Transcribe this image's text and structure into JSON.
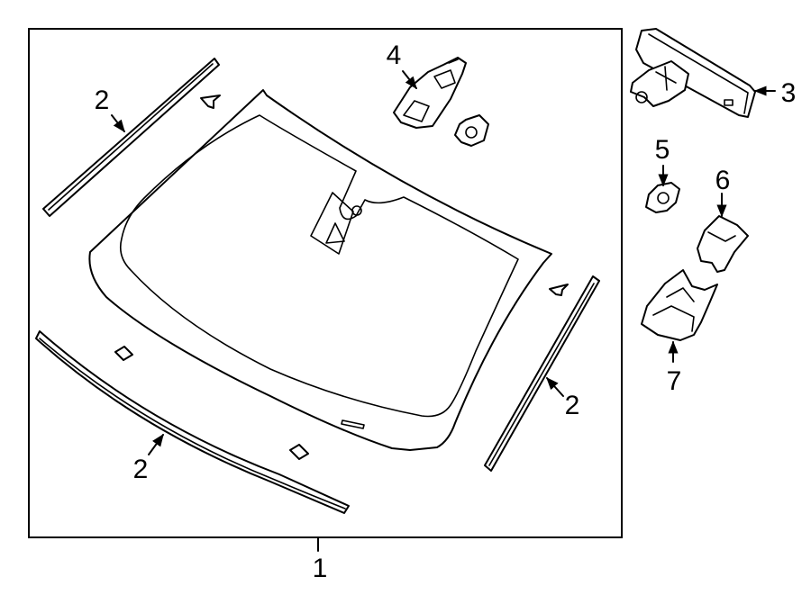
{
  "callouts": {
    "windshield": "1",
    "molding": "2",
    "mirror": "3",
    "cover": "4",
    "clip": "5",
    "upper_cover": "6",
    "lower_cover": "7"
  }
}
